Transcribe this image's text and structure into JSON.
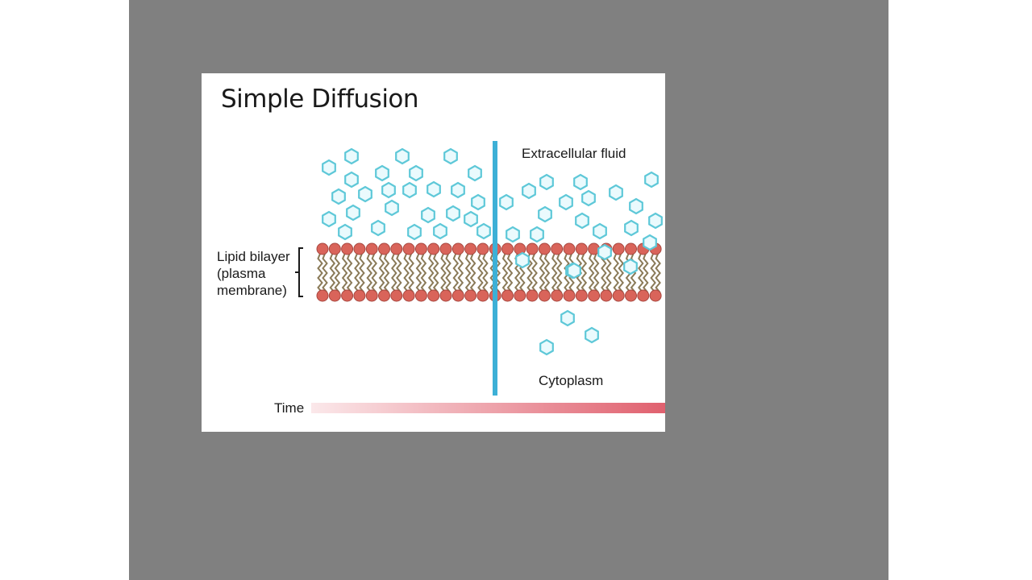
{
  "figure": {
    "title": "Simple Diffusion",
    "labels": {
      "extracellular": "Extracellular fluid",
      "cytoplasm": "Cytoplasm",
      "lipid_line1": "Lipid bilayer",
      "lipid_line2": "(plasma",
      "lipid_line3": "membrane)",
      "time": "Time"
    }
  },
  "colors": {
    "slide_background": "#808080",
    "molecule": "#5ec8d8",
    "phospholipid_head": "#d9645a",
    "phospholipid_tail": "#8a7a58",
    "divider": "#3db0d6",
    "time_gradient_end": "#e0606e"
  }
}
